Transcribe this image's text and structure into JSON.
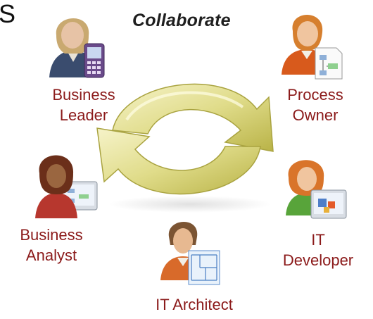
{
  "header": {
    "partial_text": "S",
    "title": "Collaborate"
  },
  "roles": [
    {
      "line1": "Business",
      "line2": "Leader"
    },
    {
      "line1": "Process",
      "line2": "Owner"
    },
    {
      "line1": "Business",
      "line2": "Analyst"
    },
    {
      "line1": "IT",
      "line2": "Developer"
    },
    {
      "line1": "IT Architect"
    }
  ],
  "colors": {
    "label": "#8b1a1a",
    "cycle_arrow": "#e0dd8a"
  },
  "icons": [
    "cycle-arrows-icon",
    "person-icon",
    "pda-device-icon",
    "process-document-icon",
    "computer-monitor-icon",
    "blueprint-icon"
  ]
}
